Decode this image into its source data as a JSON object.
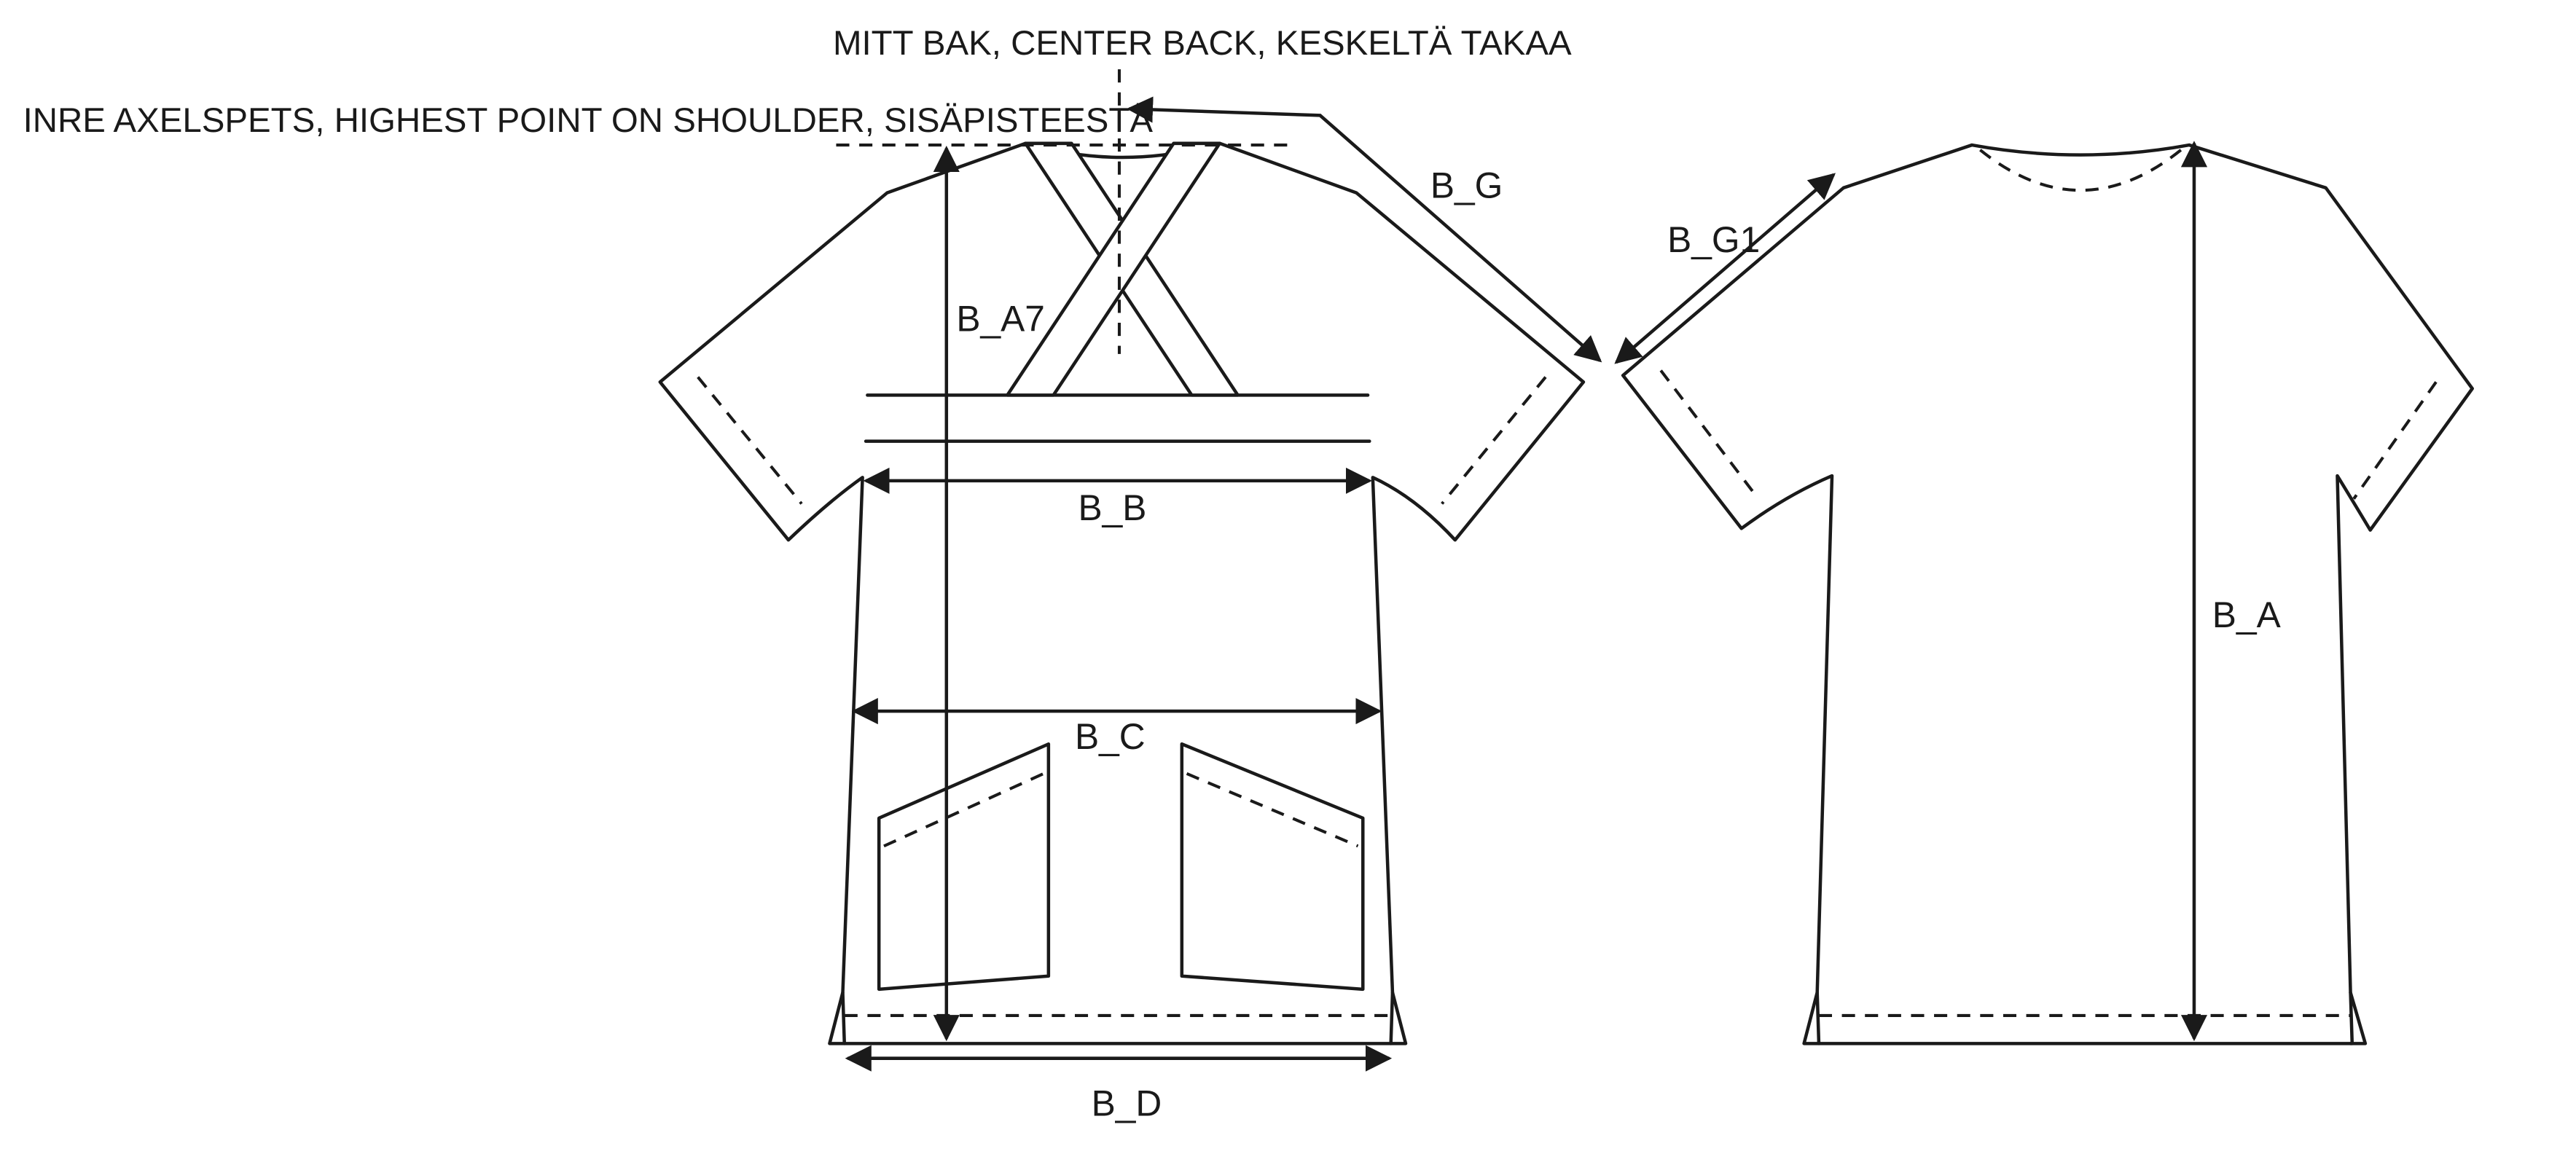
{
  "diagram": {
    "annotations": {
      "center_back_note": "MITT BAK, CENTER BACK, KESKELTÄ TAKAA",
      "shoulder_point_note": "INRE AXELSPETS, HIGHEST POINT ON SHOULDER, SISÄPISTEESTÄ"
    },
    "front": {
      "measurements": {
        "front_length": "B_A7",
        "chest_width": "B_B",
        "hip_width": "B_C",
        "hem_width": "B_D",
        "sleeve_from_center_back": "B_G"
      }
    },
    "back": {
      "measurements": {
        "sleeve_length": "B_G1",
        "center_back_length": "B_A"
      }
    },
    "colors": {
      "line": "#1a1a1a",
      "background": "#ffffff"
    }
  }
}
